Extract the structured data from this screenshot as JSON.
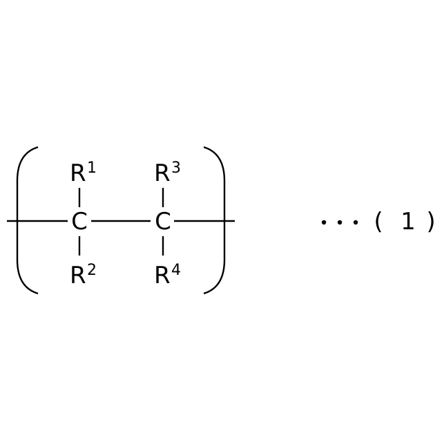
{
  "formula": {
    "atoms": {
      "carbon_left": "C",
      "carbon_right": "C"
    },
    "substituents": [
      {
        "symbol": "R",
        "index": "1"
      },
      {
        "symbol": "R",
        "index": "2"
      },
      {
        "symbol": "R",
        "index": "3"
      },
      {
        "symbol": "R",
        "index": "4"
      }
    ],
    "equation_number": {
      "open": "(",
      "number": "1",
      "close": ")"
    }
  }
}
